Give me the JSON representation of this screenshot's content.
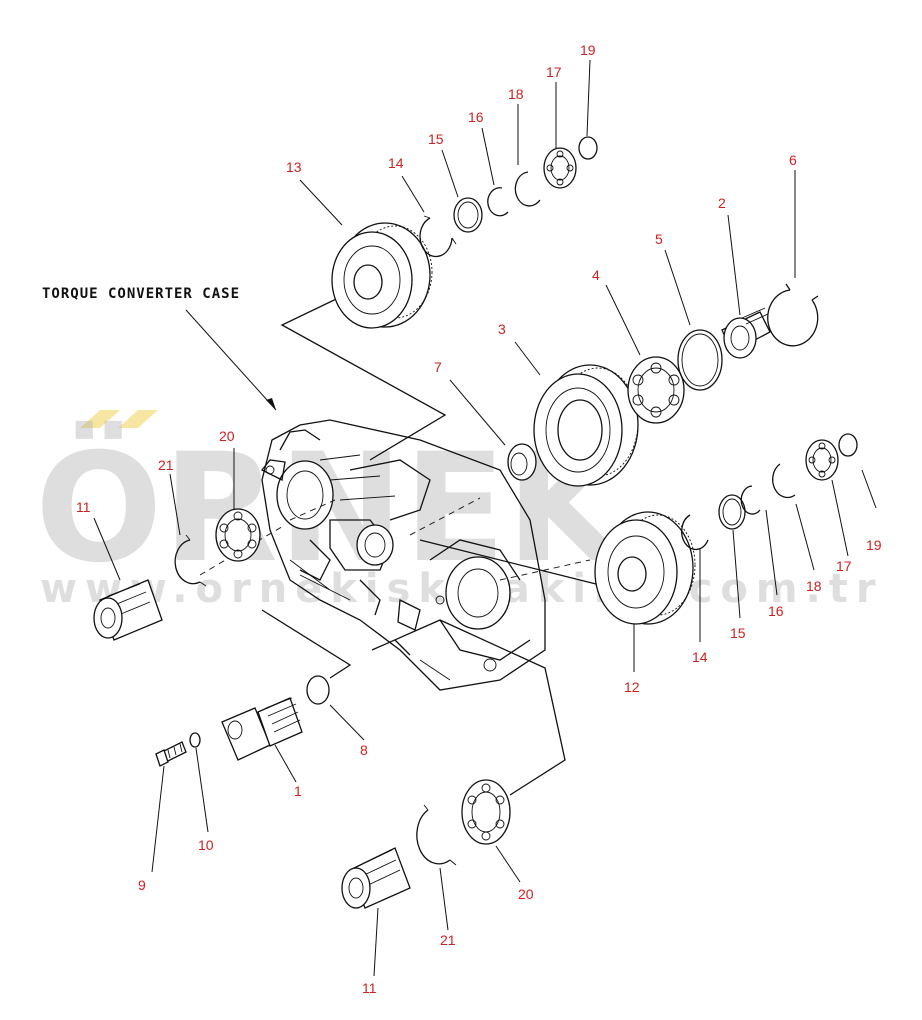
{
  "diagram": {
    "case_label": "TORQUE CONVERTER CASE",
    "callouts": [
      {
        "id": "c1",
        "label": "1"
      },
      {
        "id": "c2",
        "label": "2"
      },
      {
        "id": "c3",
        "label": "3"
      },
      {
        "id": "c4",
        "label": "4"
      },
      {
        "id": "c5",
        "label": "5"
      },
      {
        "id": "c6",
        "label": "6"
      },
      {
        "id": "c7",
        "label": "7"
      },
      {
        "id": "c8",
        "label": "8"
      },
      {
        "id": "c9",
        "label": "9"
      },
      {
        "id": "c10",
        "label": "10"
      },
      {
        "id": "c11a",
        "label": "11"
      },
      {
        "id": "c11b",
        "label": "11"
      },
      {
        "id": "c12",
        "label": "12"
      },
      {
        "id": "c13",
        "label": "13"
      },
      {
        "id": "c14a",
        "label": "14"
      },
      {
        "id": "c14b",
        "label": "14"
      },
      {
        "id": "c15a",
        "label": "15"
      },
      {
        "id": "c15b",
        "label": "15"
      },
      {
        "id": "c16a",
        "label": "16"
      },
      {
        "id": "c16b",
        "label": "16"
      },
      {
        "id": "c17a",
        "label": "17"
      },
      {
        "id": "c17b",
        "label": "17"
      },
      {
        "id": "c18a",
        "label": "18"
      },
      {
        "id": "c18b",
        "label": "18"
      },
      {
        "id": "c19a",
        "label": "19"
      },
      {
        "id": "c19b",
        "label": "19"
      },
      {
        "id": "c20a",
        "label": "20"
      },
      {
        "id": "c20b",
        "label": "20"
      },
      {
        "id": "c21a",
        "label": "21"
      },
      {
        "id": "c21b",
        "label": "21"
      }
    ]
  },
  "watermark": {
    "brand": "ÖRNEK",
    "url": "www.ornekiskmakina.com.tr",
    "accent_color": "#f4e08a",
    "text_color": "#a9a9a9"
  },
  "colors": {
    "line": "#111111",
    "callout": "#cc2222",
    "background": "#ffffff"
  }
}
